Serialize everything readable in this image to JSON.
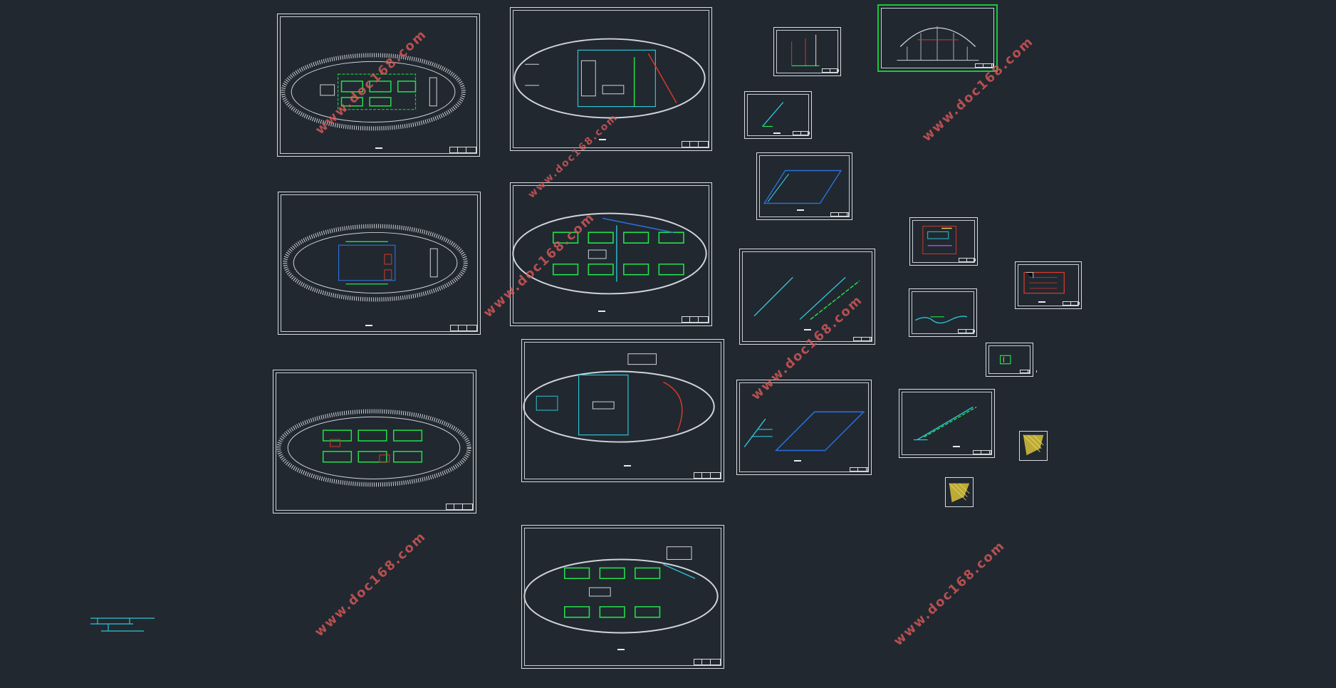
{
  "canvas": {
    "background": "#212830",
    "line_color": "#d8dde2",
    "accent_green": "#19c83a",
    "accent_cyan": "#2ec4d6",
    "accent_blue": "#2a6fd6",
    "accent_red": "#d6392a",
    "selection_color": "#19c83a"
  },
  "watermarks": [
    "www.doc168.com",
    "www.doc168.com",
    "www.doc168.com",
    "www.doc168.com",
    "www.doc168.com",
    "www.doc168.com",
    "www.doc168.com"
  ],
  "drawing_sheets": [
    {
      "type": "floor-plan-ellipse",
      "content": "plumbing layout",
      "selected": false
    },
    {
      "type": "floor-plan-ellipse",
      "content": "plumbing layout",
      "selected": false
    },
    {
      "type": "floor-plan-ellipse",
      "content": "plumbing layout",
      "selected": false
    },
    {
      "type": "floor-plan-ellipse",
      "content": "plumbing layout",
      "selected": false
    },
    {
      "type": "floor-plan-ellipse",
      "content": "plumbing layout",
      "selected": false
    },
    {
      "type": "floor-plan-ellipse",
      "content": "plumbing layout",
      "selected": false
    },
    {
      "type": "floor-plan-ellipse",
      "content": "plumbing layout",
      "selected": false
    },
    {
      "type": "riser-diagram",
      "content": "axonometric",
      "selected": false
    },
    {
      "type": "riser-diagram",
      "content": "axonometric",
      "selected": false
    },
    {
      "type": "riser-diagram",
      "content": "axonometric",
      "selected": false
    },
    {
      "type": "riser-diagram",
      "content": "axonometric",
      "selected": false
    },
    {
      "type": "riser-diagram",
      "content": "axonometric",
      "selected": false
    },
    {
      "type": "section-elevation",
      "content": "building section",
      "selected": true
    },
    {
      "type": "detail",
      "content": "equipment room",
      "selected": false
    },
    {
      "type": "detail",
      "content": "equipment room",
      "selected": false
    },
    {
      "type": "riser-diagram",
      "content": "axonometric",
      "selected": false
    },
    {
      "type": "riser-diagram",
      "content": "axonometric",
      "selected": false
    },
    {
      "type": "detail",
      "content": "small detail",
      "selected": false
    },
    {
      "type": "detail",
      "content": "yellow hatch detail",
      "selected": false
    },
    {
      "type": "detail",
      "content": "yellow hatch detail",
      "selected": false
    }
  ]
}
